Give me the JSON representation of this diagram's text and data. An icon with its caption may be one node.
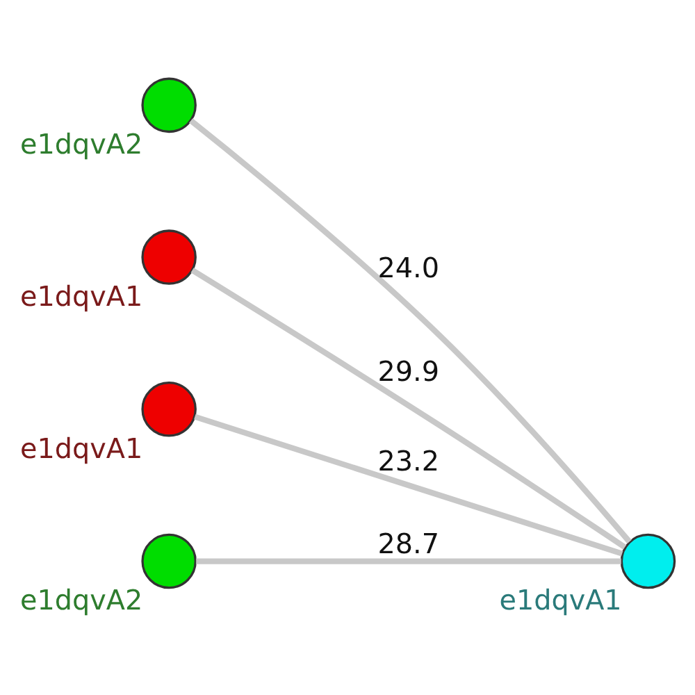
{
  "diagram": {
    "nodes": [
      {
        "text": [],
        "shape": "circle",
        "beside": [
          "e1dqvA2"
        ]
      },
      {
        "text": [],
        "shape": "circle",
        "beside": [
          "e1dqvA1"
        ]
      },
      {
        "text": [],
        "shape": "circle",
        "beside": [
          "e1dqvA1"
        ]
      },
      {
        "text": [],
        "shape": "circle",
        "beside": [
          "e1dqvA1"
        ]
      },
      {
        "text": [],
        "shape": "circle",
        "beside": [
          "e1dqvA2"
        ]
      }
    ],
    "edges": [
      {
        "from": 0,
        "to": 2,
        "arrow": "none",
        "label": "24.0"
      },
      {
        "from": 1,
        "to": 2,
        "arrow": "none",
        "label": "29.9"
      },
      {
        "from": 3,
        "to": 2,
        "arrow": "none",
        "label": "23.2"
      },
      {
        "from": 4,
        "to": 2,
        "arrow": "none",
        "label": "28.7"
      }
    ]
  }
}
